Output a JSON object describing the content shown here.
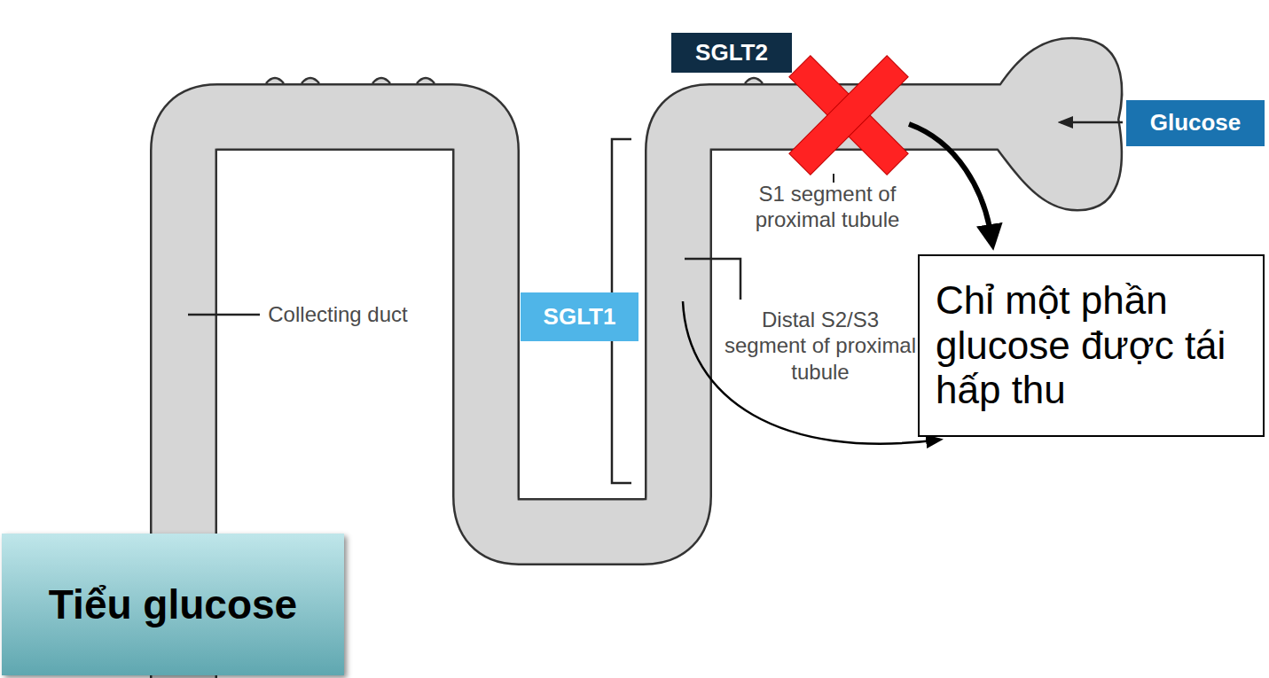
{
  "diagram": {
    "nodes": [
      {
        "text": [
          "SGLT2"
        ]
      },
      {
        "text": [
          "Glucose"
        ]
      },
      {
        "text": [
          "SGLT1"
        ]
      },
      {
        "text": [
          "Chỉ một phần glucose được tái hấp thu"
        ]
      },
      {
        "text": [
          "Tiểu glucose"
        ]
      }
    ],
    "labels": [
      "S1 segment of proximal tubule",
      "Distal S2/S3 segment of proximal tubule",
      "Collecting duct"
    ]
  }
}
